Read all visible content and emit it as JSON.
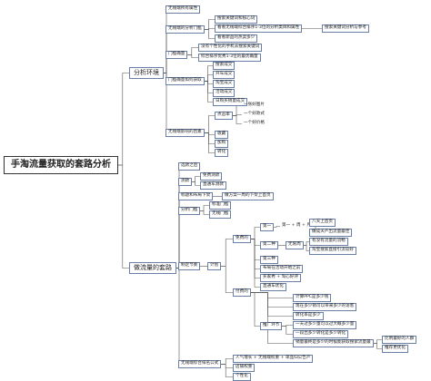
{
  "root": "手淘流量获取的套路分析",
  "a": {
    "label": "分析环境",
    "a1": "无线端所有属性",
    "a2": {
      "label": "无线端的分析门槛",
      "c1": "搜索关键词和核心词",
      "c2": "看看无线端综合排序1-3位的分析类目和属性",
      "c3": "搜索关键词分析与参考",
      "c4": "看看新品的热卖多少"
    },
    "a3": {
      "label": "门槛确量",
      "c1": "没有个性化的手机去搜索关键词",
      "c2": "综合排序优秀1-3位的最优确量"
    },
    "a4": {
      "label": "门槛确量如何获取",
      "c1": "搜索成交",
      "c2": "开车成交",
      "c3": "淘宝成交",
      "c4": "活动成交",
      "c5": "日购买销量成交"
    },
    "a5": {
      "label": "无线端影响的因素",
      "g1": {
        "label": "点击率",
        "items": [
          "一张好图片",
          "一个好款式",
          "一个好价格"
        ]
      },
      "g2": "收藏",
      "g3": "加购",
      "g4": "转化"
    }
  },
  "b": {
    "label": "做流量的套路",
    "b1": "选款之后",
    "b2": {
      "label": "测款",
      "items": [
        "免费测款",
        "直通车测款"
      ]
    },
    "b3": {
      "label": "标题和布局下架",
      "c1": "做方案一周的下架上首页"
    },
    "b4": {
      "label": "分析门槛",
      "items": [
        "标准门槛",
        "无线门槛"
      ]
    },
    "b5": {
      "label": "制定节奏",
      "plan": "计划",
      "free": {
        "label": "免费的",
        "w1": {
          "label": "第一",
          "note": "第一 + 周 + 月",
          "end": "八天上首页"
        },
        "w1b": "做成天产出流量最佳",
        "w2": {
          "label": "第二种",
          "note": "无限周",
          "end": "有没有流量的流畅"
        },
        "w2b": "淘宝搜索直接引流较好",
        "w3": "第三种",
        "w3b": "布局在活动开始之前",
        "w3c": "买家秀 + 淘心好评",
        "w3d": "直通车优化"
      },
      "paid": {
        "label": "付费的",
        "p1": "计算PPC是多少钱",
        "p2": "现在多少销可以带来多少的访客",
        "p3": "转化率是多少",
        "p4": {
          "label": "推广环节",
          "items": [
            "一天过多少量可以过大概多少量",
            "一段出多少转化是多少转化"
          ]
        },
        "p5": "销量最终是多少的时候能获取搜索流量最",
        "p6": {
          "items": [
            "比例最好的人群",
            "推荐更优化"
          ]
        }
      }
    },
    "b6": {
      "label": "无线端综合排名公式",
      "items": [
        "人气增长 + 无线端权重 + 单品归公告产",
        "店铺权重",
        "个性化"
      ]
    }
  }
}
